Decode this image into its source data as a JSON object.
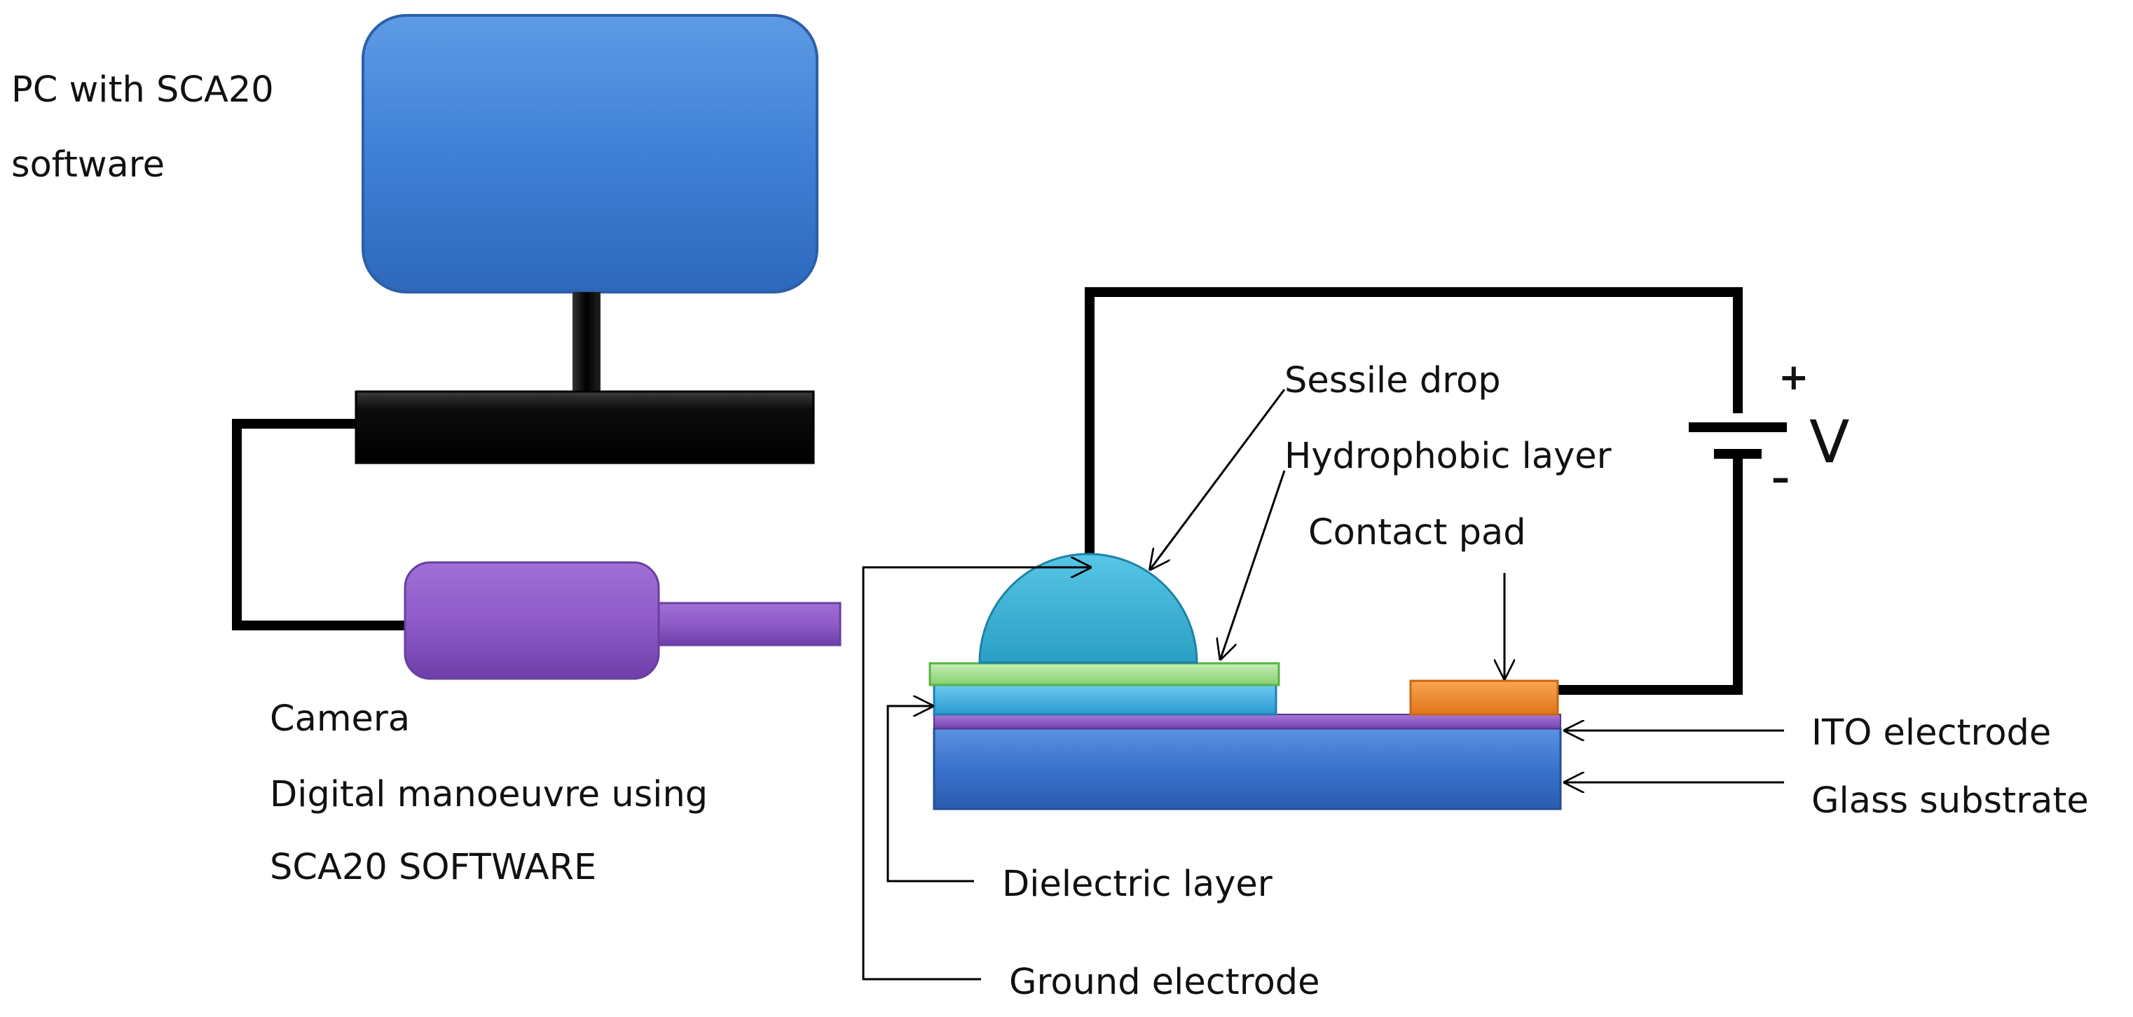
{
  "labels": {
    "pc_line1": "PC with SCA20",
    "pc_line2": "software",
    "camera": "Camera",
    "digital_line1": "Digital manoeuvre using",
    "digital_line2": "SCA20 SOFTWARE",
    "sessile_drop": "Sessile drop",
    "hydrophobic_layer": "Hydrophobic layer",
    "contact_pad": "Contact pad",
    "ito_electrode": "ITO electrode",
    "glass_substrate": "Glass substrate",
    "dielectric_layer": "Dielectric layer",
    "ground_electrode": "Ground electrode",
    "voltage_symbol": "V",
    "plus_sign": "+",
    "minus_sign": "–"
  },
  "colors": {
    "pc_monitor": "#3f80d6",
    "pc_base": "#0c0c0c",
    "camera": "#8f5bc8",
    "drop": "#36b3d6",
    "hydrophobic_layer": "#9fe08a",
    "dielectric_layer": "#3ab2e4",
    "ito_electrode": "#8a56c2",
    "glass_substrate": "#3a72cc",
    "contact_pad": "#f08a28",
    "wire": "#000000"
  }
}
